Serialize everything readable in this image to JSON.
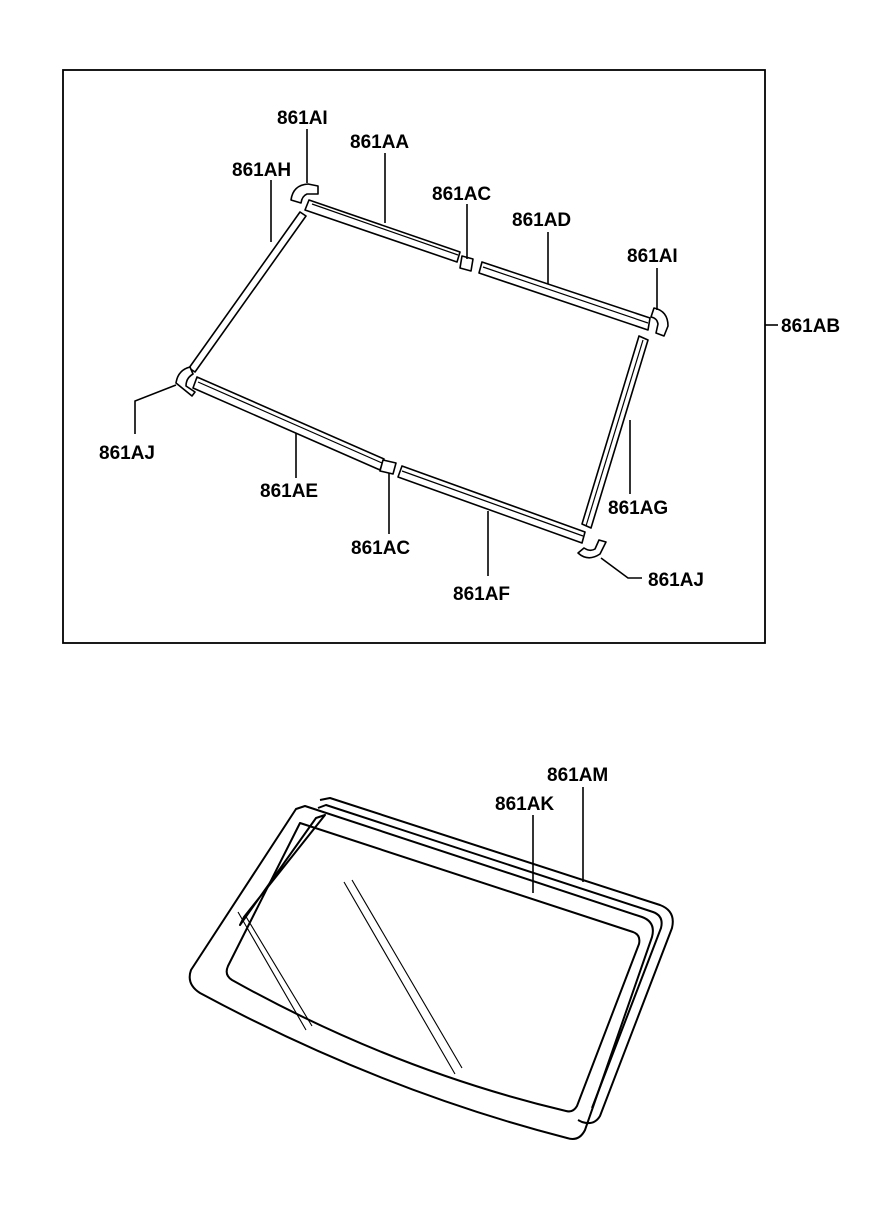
{
  "labels": {
    "ai_top": "861AI",
    "aa": "861AA",
    "ah": "861AH",
    "ac_top": "861AC",
    "ad": "861AD",
    "ai_right": "861AI",
    "ab": "861AB",
    "aj_left": "861AJ",
    "ae": "861AE",
    "ag": "861AG",
    "ac_bottom": "861AC",
    "aj_right": "861AJ",
    "af": "861AF",
    "am": "861AM",
    "ak": "861AK"
  }
}
